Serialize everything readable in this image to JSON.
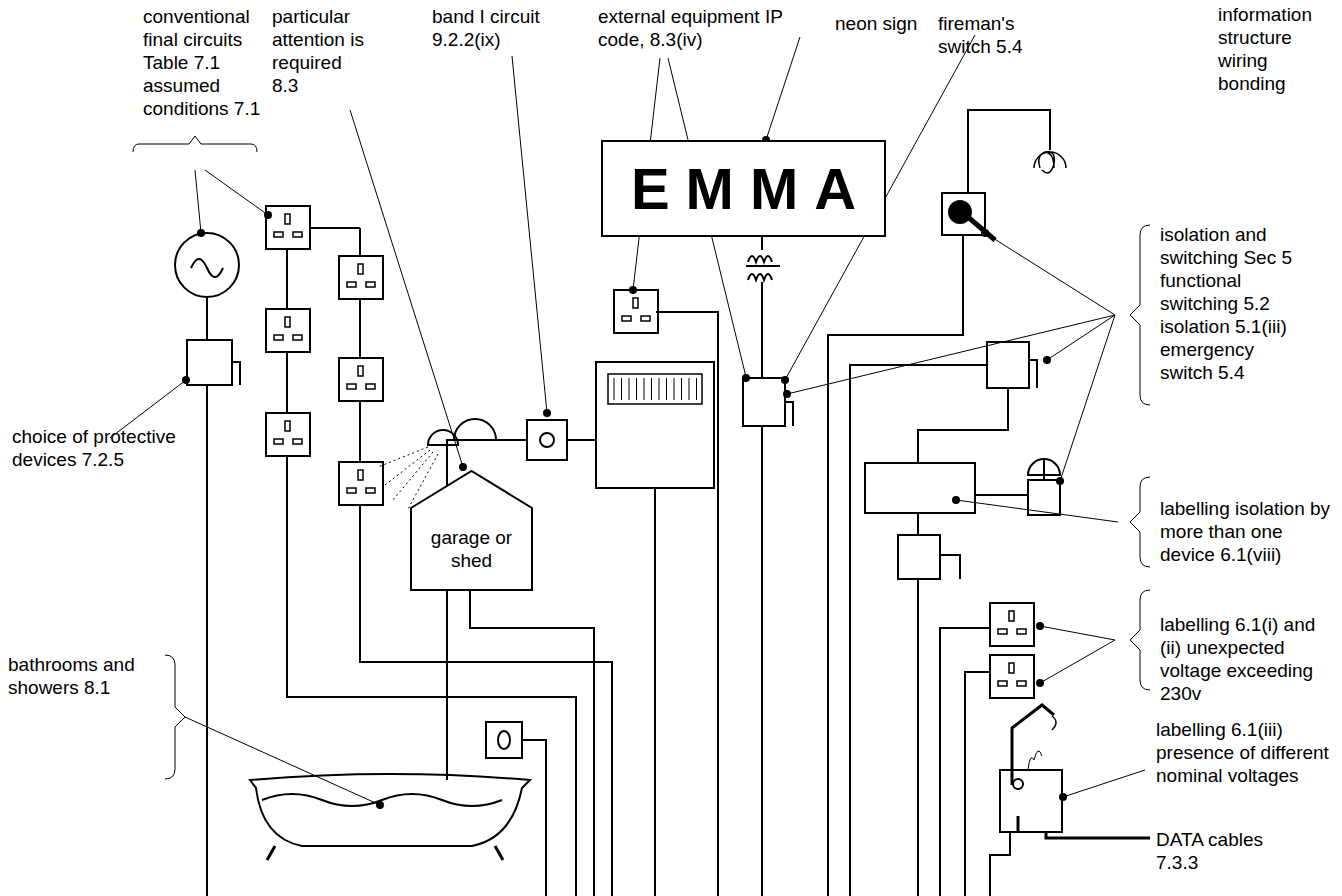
{
  "diagram": {
    "nodes": [
      {
        "text": [
          "EMMA"
        ]
      },
      {
        "text": [
          "garage or shed"
        ]
      }
    ],
    "labels": [
      "conventional final circuits Table 7.1 assumed conditions 7.1",
      "particular attention is required 8.3",
      "band I circuit 9.2.2(ix)",
      "external equipment IP code, 8.3(iv)",
      "neon sign",
      "fireman's switch 5.4",
      "information structure wiring bonding",
      "isolation and switching Sec 5 functional switching 5.2 isolation 5.1(iii) emergency switch 5.4",
      "labelling isolation by more than one device 6.1(viii)",
      "labelling 6.1(i) and (ii) unexpected voltage exceeding 230v",
      "labelling 6.1(iii) presence of different nominal voltages",
      "DATA cables 7.3.3",
      "choice of protective devices 7.2.5",
      "bathrooms and showers 8.1"
    ]
  }
}
